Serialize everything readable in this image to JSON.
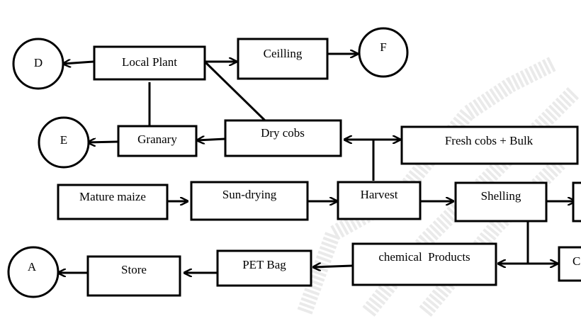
{
  "diagram": {
    "nodes": {
      "d": "D",
      "local_plant": "Local Plant",
      "ceilling": "Ceilling",
      "f": "F",
      "e": "E",
      "granary": "Granary",
      "dry_cobs": "Dry cobs",
      "fresh_cobs_bulk": "Fresh cobs + Bulk",
      "mature_maize": "Mature maize",
      "sun_drying": "Sun-drying",
      "harvest": "Harvest",
      "shelling": "Shelling",
      "a": "A",
      "store": "Store",
      "pet_bag": "PET Bag",
      "chemical_products": "chemical  Products",
      "partial_right": "C"
    }
  }
}
